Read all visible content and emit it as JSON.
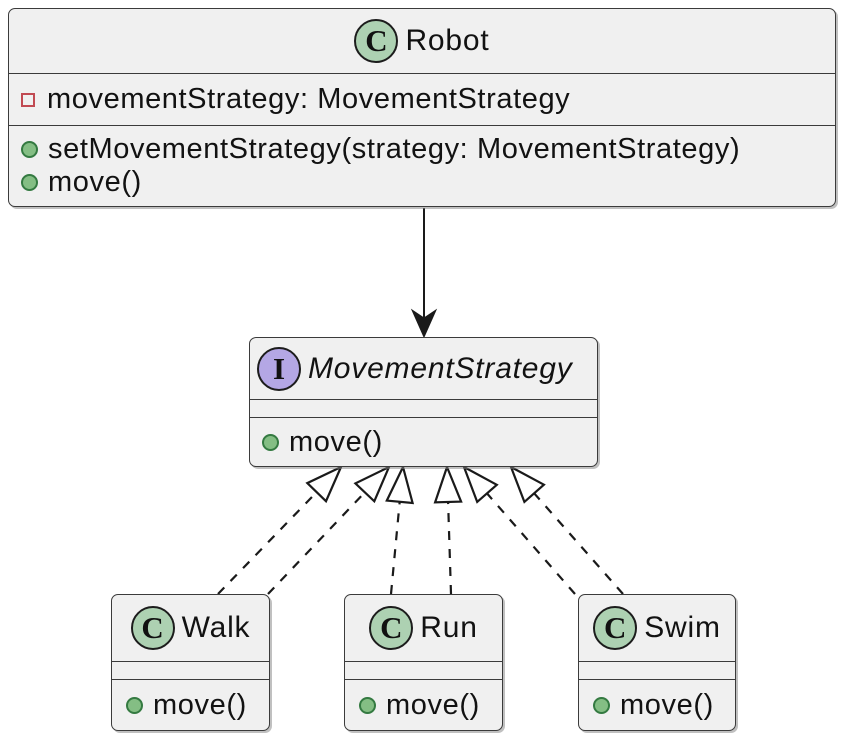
{
  "diagram": {
    "kind": "uml-class-diagram",
    "colors": {
      "node_fill": "#f0f0f0",
      "node_border": "#3b3b3b",
      "class_circle_fill": "#add1b2",
      "interface_circle_fill": "#b4a7e5",
      "public_method_icon_fill": "#84be84",
      "public_method_icon_border": "#347a41",
      "private_field_icon_border": "#c14a52",
      "edge_color": "#1a1a1a"
    }
  },
  "nodes": {
    "robot": {
      "letter": "C",
      "name": "Robot",
      "fields": [
        {
          "icon": "private-field-square-icon",
          "text": "movementStrategy: MovementStrategy"
        }
      ],
      "methods": [
        {
          "icon": "public-method-dot-icon",
          "text": "setMovementStrategy(strategy: MovementStrategy)"
        },
        {
          "icon": "public-method-dot-icon",
          "text": "move()"
        }
      ]
    },
    "movement_strategy": {
      "letter": "I",
      "name": "MovementStrategy",
      "fields": [],
      "methods": [
        {
          "icon": "public-method-dot-icon",
          "text": "move()"
        }
      ]
    },
    "walk": {
      "letter": "C",
      "name": "Walk",
      "fields": [],
      "methods": [
        {
          "icon": "public-method-dot-icon",
          "text": "move()"
        }
      ]
    },
    "run": {
      "letter": "C",
      "name": "Run",
      "fields": [],
      "methods": [
        {
          "icon": "public-method-dot-icon",
          "text": "move()"
        }
      ]
    },
    "swim": {
      "letter": "C",
      "name": "Swim",
      "fields": [],
      "methods": [
        {
          "icon": "public-method-dot-icon",
          "text": "move()"
        }
      ]
    }
  },
  "edges": [
    {
      "from": "Robot",
      "to": "MovementStrategy",
      "type": "solid-arrow"
    },
    {
      "from": "Walk",
      "to": "MovementStrategy",
      "type": "dashed-realization"
    },
    {
      "from": "Walk",
      "to": "MovementStrategy",
      "type": "dashed-realization"
    },
    {
      "from": "Run",
      "to": "MovementStrategy",
      "type": "dashed-realization"
    },
    {
      "from": "Run",
      "to": "MovementStrategy",
      "type": "dashed-realization"
    },
    {
      "from": "Swim",
      "to": "MovementStrategy",
      "type": "dashed-realization"
    },
    {
      "from": "Swim",
      "to": "MovementStrategy",
      "type": "dashed-realization"
    }
  ]
}
